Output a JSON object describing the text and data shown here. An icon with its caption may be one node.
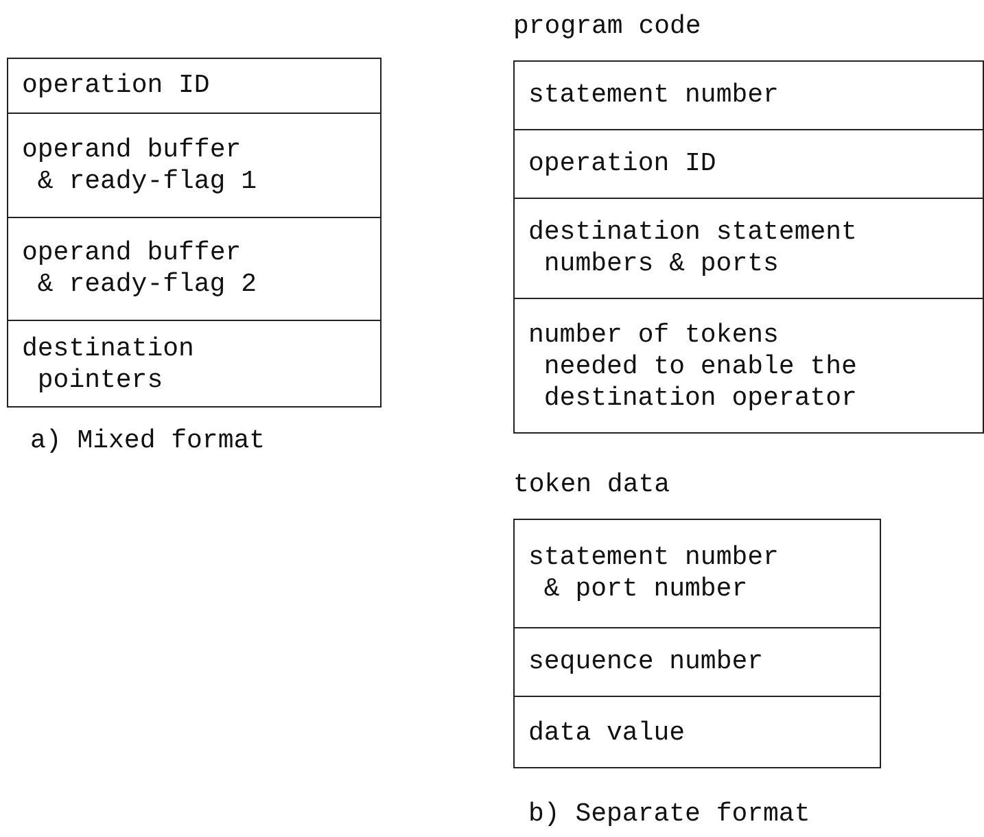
{
  "diagram": {
    "nodes": [
      {
        "text": [],
        "shape": "box"
      },
      {
        "text": [
          "operation ID"
        ],
        "in": 0
      },
      {
        "text": [
          "operand buffer & ready-flag 1"
        ],
        "in": 0
      },
      {
        "text": [
          "operand buffer & ready-flag 2"
        ],
        "in": 0
      },
      {
        "text": [
          "destination pointers"
        ],
        "in": 0
      },
      {
        "text": [
          "program code"
        ]
      },
      {
        "text": [
          "statement number"
        ],
        "in": 5
      },
      {
        "text": [
          "operation ID"
        ],
        "in": 5
      },
      {
        "text": [
          "destination statement numbers & ports"
        ],
        "in": 5
      },
      {
        "text": [
          "number of tokens needed to enable the destination operator"
        ],
        "in": 5
      },
      {
        "text": [
          "token data"
        ]
      },
      {
        "text": [
          "statement number & port number"
        ],
        "in": 10
      },
      {
        "text": [
          "sequence number"
        ],
        "in": 10
      },
      {
        "text": [
          "data value"
        ],
        "in": 10
      }
    ],
    "edges": [],
    "labels": [
      "a) Mixed format",
      "b) Separate format"
    ]
  }
}
